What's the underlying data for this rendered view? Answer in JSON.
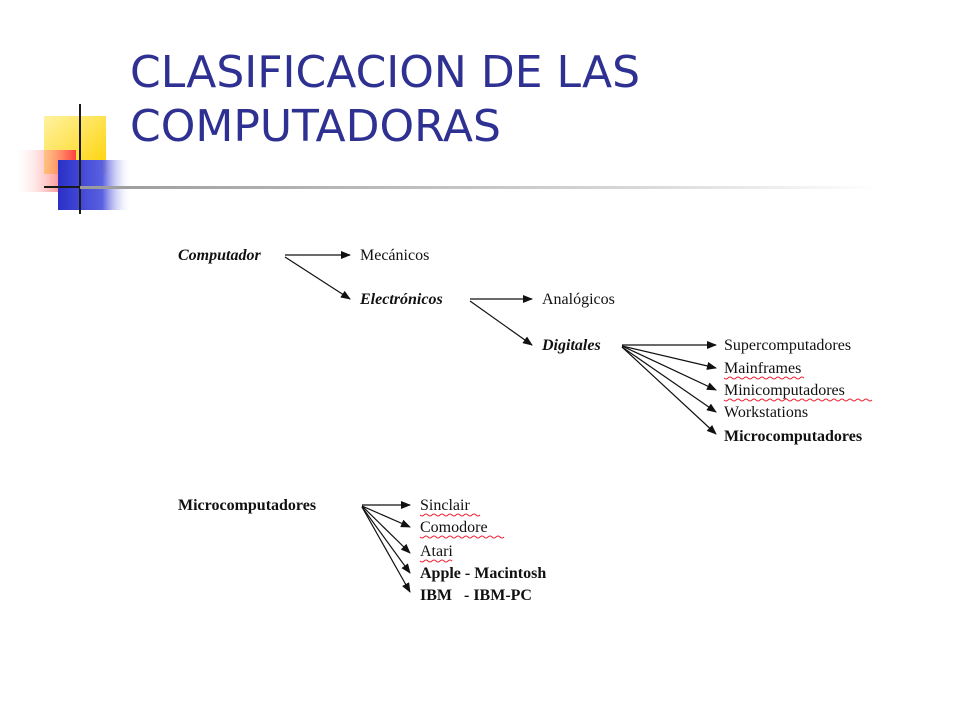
{
  "title": {
    "line1": "CLASIFICACION DE LAS",
    "line2": "COMPUTADORAS"
  },
  "colors": {
    "title": "#2e3192",
    "deco_yellow": "#ffd200",
    "deco_blue": "#3b3fd0",
    "deco_red": "#ff5050",
    "spellcheck_underline": "#e8273a"
  },
  "diagram1": {
    "root": "Computador",
    "level1": [
      "Mecánicos",
      "Electrónicos"
    ],
    "level2": [
      "Analógicos",
      "Digitales"
    ],
    "level3": [
      "Supercomputadores",
      "Mainframes",
      "Minicomputadores",
      "Workstations",
      "Microcomputadores"
    ]
  },
  "diagram2": {
    "root": "Microcomputadores",
    "children": [
      "Sinclair",
      "Comodore",
      "Atari",
      "Apple - Macintosh",
      "IBM   - IBM-PC"
    ]
  }
}
